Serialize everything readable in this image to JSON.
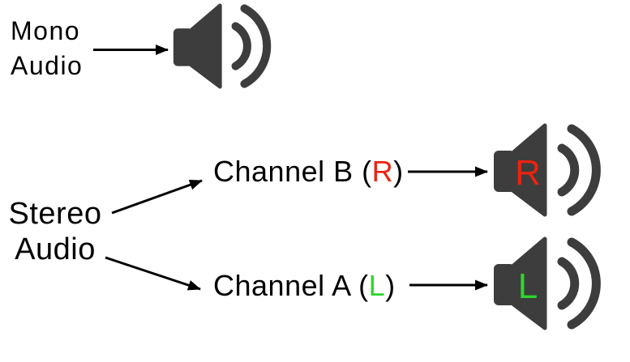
{
  "mono_section": {
    "label_line1": "Mono",
    "label_line2": "Audio"
  },
  "stereo_section": {
    "label_line1": "Stereo",
    "label_line2": "Audio",
    "channel_b": {
      "text_before": "Channel B (",
      "letter": "R",
      "text_after": ")"
    },
    "channel_a": {
      "text_before": "Channel A (",
      "letter": "L",
      "text_after": ")"
    },
    "right_speaker_letter": "R",
    "left_speaker_letter": "L"
  },
  "colors": {
    "speaker_body": "#3d3d3d",
    "right_channel_red": "#ee2211",
    "left_channel_green": "#2ed52e",
    "text": "#000000",
    "arrow": "#000000",
    "background": "#ffffff"
  }
}
